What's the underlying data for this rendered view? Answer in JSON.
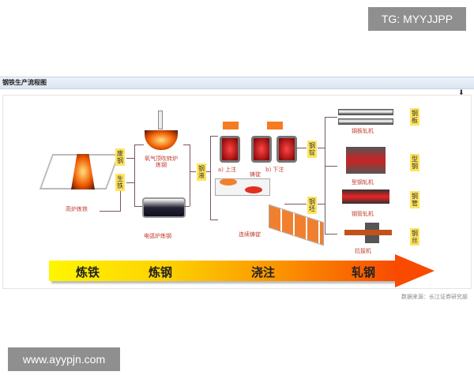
{
  "watermark_top": "TG: MYYJJPP",
  "watermark_bottom": "www.ayypjn.com",
  "header": {
    "title": "钢铁生产流程图",
    "download_icon": "download-icon"
  },
  "diagram": {
    "blast_furnace": "高炉炼铁",
    "scrap": "废钢",
    "pig_iron": "生铁",
    "bof": "氧气顶吹转炉炼钢",
    "eaf": "电弧炉炼钢",
    "molten_steel": "钢液",
    "top_pour": "a) 上注",
    "bottom_pour": "b) 下注",
    "ingot_casting": "铸锭",
    "continuous_casting": "连续铸锭",
    "ingot": "钢锭",
    "billet": "钢坯",
    "plate_mill": "钢板轧机",
    "section_mill": "型钢轧机",
    "tube_mill": "钢管轧机",
    "drawing_machine": "拉拔机",
    "plate": "钢板",
    "section": "型钢",
    "tube": "钢管",
    "wire": "钢丝"
  },
  "stages": [
    "炼铁",
    "炼钢",
    "浇注",
    "轧钢"
  ],
  "source": "数据来源：长江证券研究部"
}
